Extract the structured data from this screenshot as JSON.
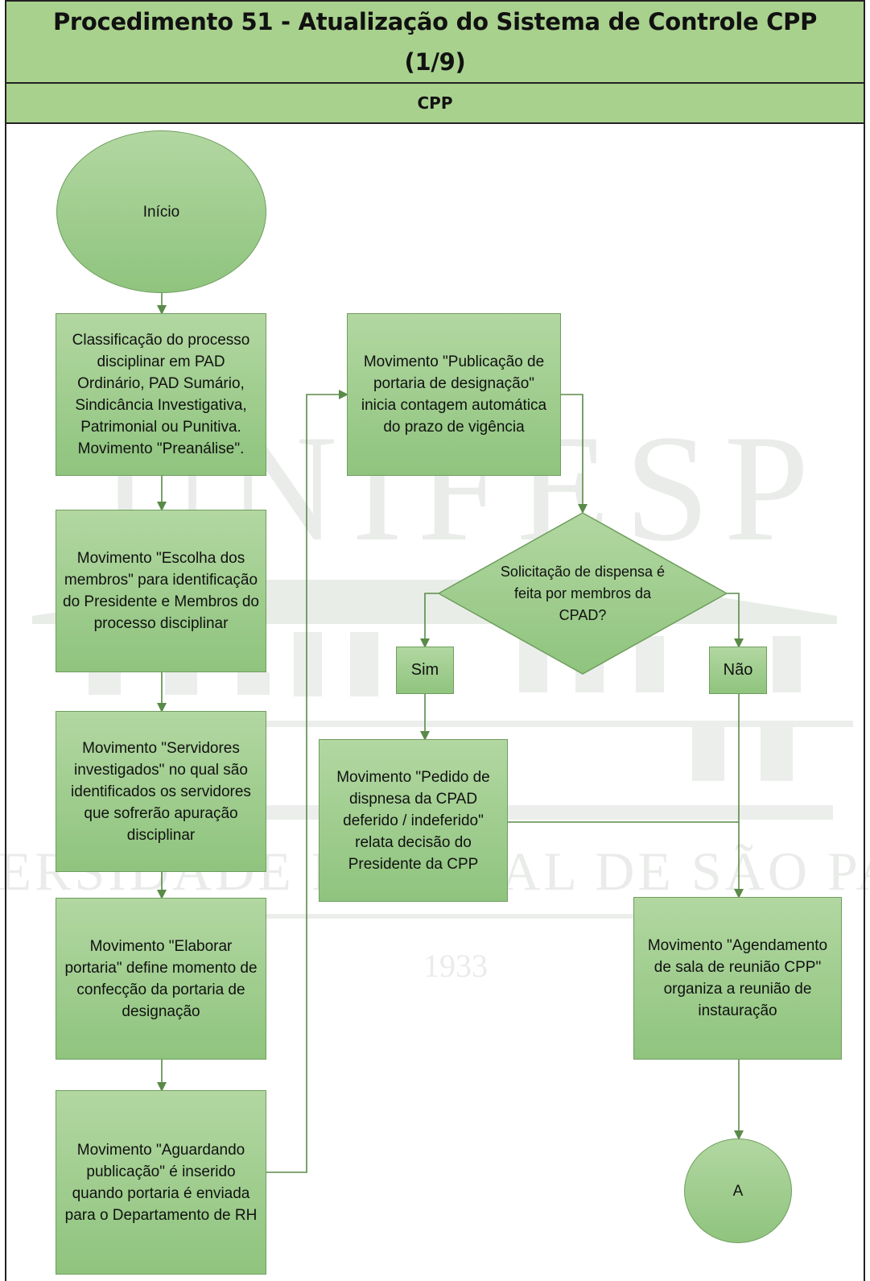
{
  "header": {
    "title": "Procedimento 51 - Atualização do Sistema de Controle CPP (1/9)",
    "lane": "CPP"
  },
  "watermark": {
    "name_top": "UNIFESP",
    "name_bottom": "UNIVERSIDADE FEDERAL DE SÃO PAULO",
    "year": "1933"
  },
  "nodes": {
    "start": "Início",
    "classificacao": "Classificação do processo disciplinar em PAD Ordinário, PAD Sumário, Sindicância Investigativa, Patrimonial ou Punitiva. Movimento \"Preanálise\".",
    "escolha_membros": "Movimento \"Escolha dos membros\" para identificação do Presidente e Membros do processo disciplinar",
    "servidores": "Movimento \"Servidores investigados\" no qual são identificados os servidores que sofrerão apuração disciplinar",
    "elaborar_portaria": "Movimento \"Elaborar portaria\" define momento de confecção da portaria de designação",
    "aguardando": "Movimento \"Aguardando publicação\" é inserido quando portaria é enviada para o Departamento de RH",
    "publicacao": "Movimento \"Publicação de portaria de designação\" inicia contagem automática do prazo de vigência",
    "decisao": "Solicitação de dispensa é feita por membros da CPAD?",
    "sim": "Sim",
    "nao": "Não",
    "pedido": "Movimento \"Pedido de dispnesa da CPAD deferido / indeferido\" relata decisão do Presidente da CPP",
    "agendamento": "Movimento \"Agendamento de sala de reunião CPP\" organiza a reunião de instauração",
    "connector": "A"
  },
  "colors": {
    "band": "#a9d18e",
    "shape_top": "#b2d7a1",
    "shape_bottom": "#8fc47e",
    "stroke": "#6f9e5e",
    "line": "#5a8a48"
  }
}
